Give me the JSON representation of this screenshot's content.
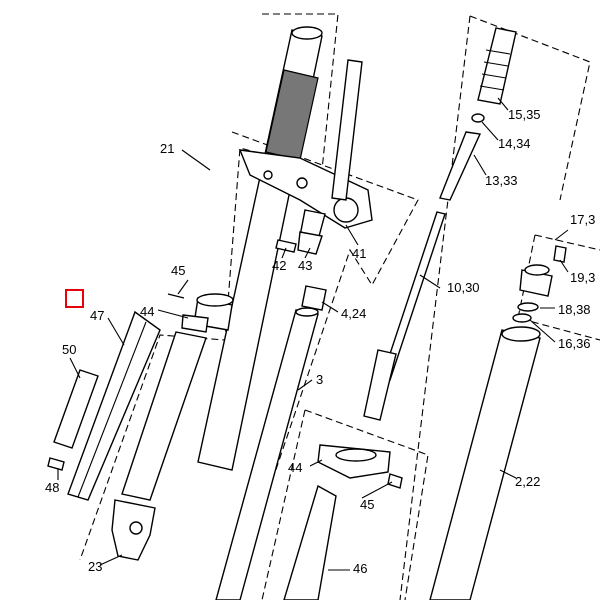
{
  "diagram": {
    "type": "exploded parts diagram - front fork",
    "marker_color": "#e8000b",
    "labels": {
      "l21": "21",
      "l45a": "45",
      "l44a": "44",
      "l47": "47",
      "l50": "50",
      "l48": "48",
      "l23": "23",
      "l42": "42",
      "l43": "43",
      "l41": "41",
      "l424": "4,24",
      "l3": "3",
      "l1030": "10,30",
      "l1535": "15,35",
      "l1434": "14,34",
      "l1333": "13,33",
      "l173": "17,3",
      "l193": "19,3",
      "l1838": "18,38",
      "l1636": "16,36",
      "l222": "2,22",
      "l44b": "44",
      "l45b": "45",
      "l46": "46"
    }
  }
}
